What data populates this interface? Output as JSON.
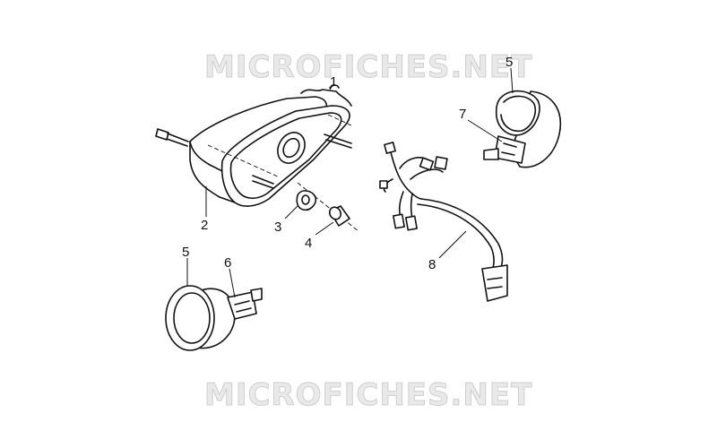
{
  "watermark": {
    "top": "MICROFICHES.NET",
    "bottom": "MICROFICHES.NET"
  },
  "callouts": [
    {
      "label": "1",
      "part": "taillight-assembly"
    },
    {
      "label": "2",
      "part": "taillight-housing"
    },
    {
      "label": "3",
      "part": "rubber-grommet"
    },
    {
      "label": "4",
      "part": "spacer-bushing"
    },
    {
      "label": "5",
      "part": "turn-signal-lens"
    },
    {
      "label": "5",
      "part": "turn-signal-lens"
    },
    {
      "label": "6",
      "part": "turn-signal-body-left"
    },
    {
      "label": "7",
      "part": "turn-signal-body-right"
    },
    {
      "label": "8",
      "part": "wiring-harness"
    }
  ],
  "colors": {
    "line": "#111111",
    "watermark_fill": "#e9e9e9",
    "watermark_stroke": "#cfcfcf",
    "background": "#ffffff"
  }
}
